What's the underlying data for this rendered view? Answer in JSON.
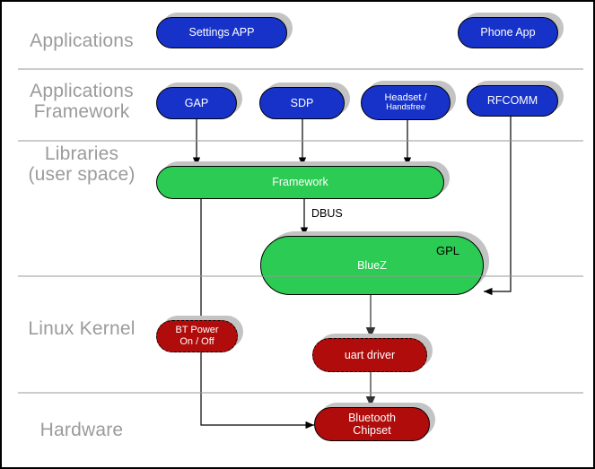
{
  "colors": {
    "app_blue": "#1732C8",
    "lib_green": "#2CCB53",
    "kernel_red": "#B00C0C",
    "layer_label_gray": "#9B9B9B",
    "separator_gray": "#999999",
    "shadow_gray": "#C3C3C3"
  },
  "layers": [
    {
      "line1": "Applications"
    },
    {
      "line1": "Applications",
      "line2": "Framework"
    },
    {
      "line1": "Libraries",
      "line2": "(user space)"
    },
    {
      "line1": "Linux Kernel"
    },
    {
      "line1": "Hardware"
    }
  ],
  "nodes": {
    "settings_app": {
      "label": "Settings APP"
    },
    "phone_app": {
      "label": "Phone App"
    },
    "gap": {
      "label": "GAP"
    },
    "sdp": {
      "label": "SDP"
    },
    "headset": {
      "line1": "Headset /",
      "line2": "Handsfree"
    },
    "rfcomm": {
      "label": "RFCOMM"
    },
    "framework": {
      "label": "Framework"
    },
    "bluez": {
      "label": "BlueZ",
      "tag": "GPL"
    },
    "bt_power": {
      "line1": "BT Power",
      "line2": "On / Off"
    },
    "uart_driver": {
      "label": "uart driver"
    },
    "bt_chipset": {
      "line1": "Bluetooth",
      "line2": "Chipset"
    }
  },
  "edges": {
    "dbus_label": "DBUS"
  }
}
